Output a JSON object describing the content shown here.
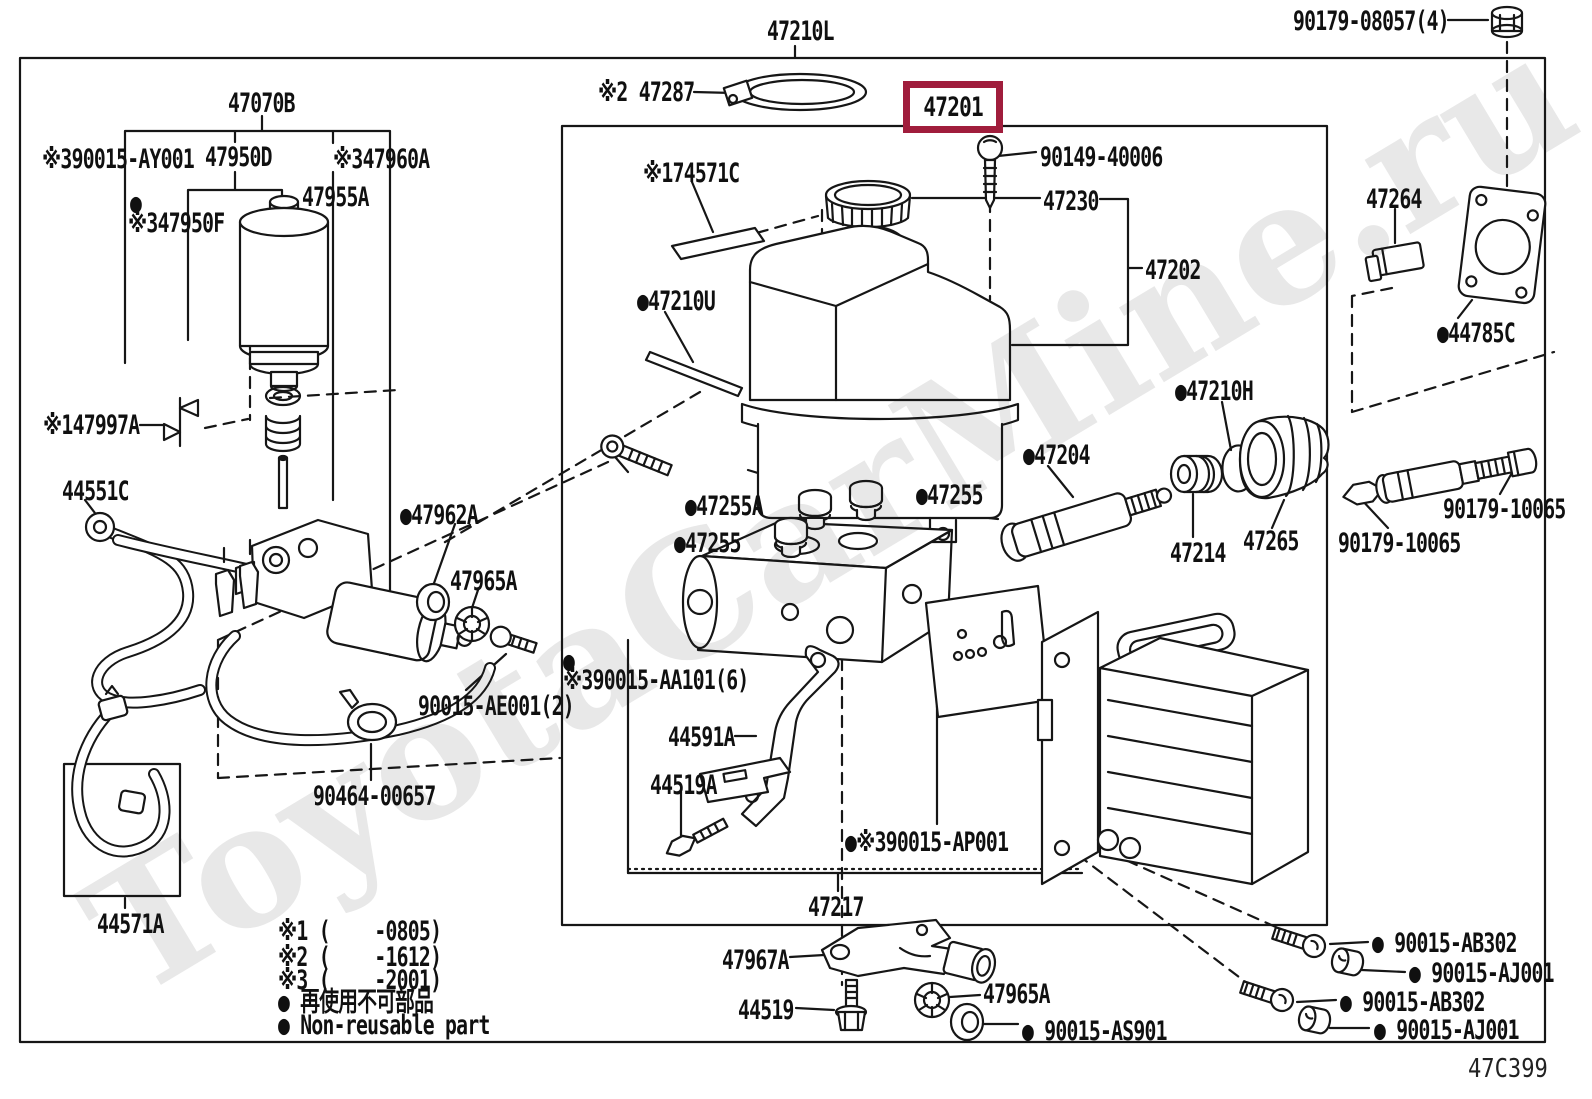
{
  "diagram": {
    "watermark": "ToyotaCarMine.ru",
    "drawing_code": "47C399",
    "highlighted_part": "47201",
    "highlight_color": "#A01D3C"
  },
  "labels": {
    "l47210L": "47210L",
    "l90179_08057": "90179-08057(4)",
    "l47287": "※2 47287",
    "l47201": "47201",
    "l47070B": "47070B",
    "l90015_AY001": "※390015-AY001",
    "l47950D": "47950D",
    "l47960A": "※347960A",
    "l47955A": "47955A",
    "l47950F_dot": "●",
    "l47950F": "※347950F",
    "l74571C": "※174571C",
    "l90149_40006": "90149-40006",
    "l47230": "47230",
    "l47202": "47202",
    "l47264": "47264",
    "l47210U": "●47210U",
    "l44785C": "●44785C",
    "l47997A": "※147997A",
    "l47210H": "●47210H",
    "l44551C": "44551C",
    "l47204": "●47204",
    "l47255A": "●47255A",
    "l47255_right": "●47255",
    "l47255_left": "●47255",
    "l47962A": "●47962A",
    "l47965A_mid": "47965A",
    "l47214": "47214",
    "l47265": "47265",
    "l90179_10065_right": "90179-10065",
    "l90179_10065_left": "90179-10065",
    "l390015_AA101_dot": "●",
    "l390015_AA101": "※390015-AA101(6)",
    "l90015_AE001": "90015-AE001(2)",
    "l44591A": "44591A",
    "l44519A": "44519A",
    "l90464_00657": "90464-00657",
    "l390015_AP001": "●※390015-AP001",
    "l44571A": "44571A",
    "l47217": "47217",
    "l47967A": "47967A",
    "l44519": "44519",
    "l47965A_bottom": "47965A",
    "l90015_AS901": "● 90015-AS901",
    "l90015_AB302_1": "● 90015-AB302",
    "l90015_AJ001_1": "● 90015-AJ001",
    "l90015_AB302_2": "● 90015-AB302",
    "l90015_AJ001_2": "● 90015-AJ001"
  },
  "legend": {
    "line1": "※1 (    -0805)",
    "line2": "※2 (    -1612)",
    "line3": "※3 (    -2001)",
    "line4": "● 再使用不可部品",
    "line5": "● Non-reusable part"
  }
}
